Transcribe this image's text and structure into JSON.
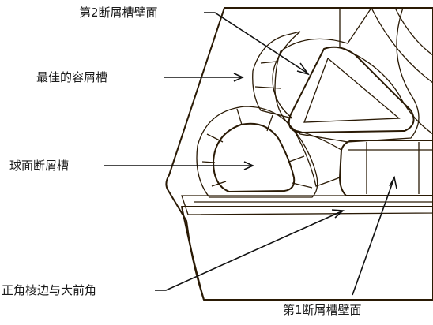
{
  "labels": {
    "second_groove_wall": "第2断屑槽壁面",
    "optimal_chip_groove": "最佳的容屑槽",
    "spherical_chip_groove": "球面断屑槽",
    "positive_edge_rake": "正角棱边与大前角",
    "first_groove_wall": "第1断屑槽壁面"
  },
  "colors": {
    "insert_dark": "#9a6a0c",
    "insert_mid": "#c99524",
    "insert_light": "#f3d58a",
    "outline": "#2a1a05",
    "text": "#1a1a1a"
  }
}
